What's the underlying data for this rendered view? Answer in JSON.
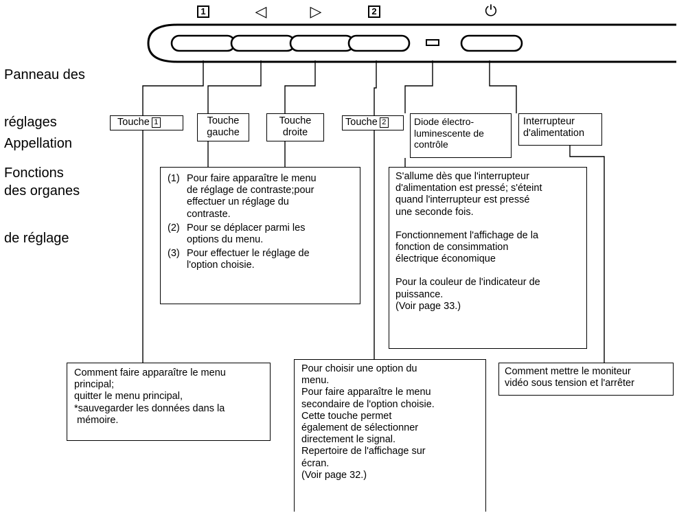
{
  "labels": {
    "panel": [
      "Panneau des",
      "réglages"
    ],
    "names": [
      "Appellation",
      "des organes",
      "de réglage"
    ],
    "functions": "Fonctions"
  },
  "panel_symbols": {
    "button1": "1",
    "left": "◁",
    "right": "▷",
    "button2": "2",
    "power": "⏻"
  },
  "controls": {
    "touche1": {
      "prefix": "Touche",
      "num": "1"
    },
    "gauche": [
      "Touche",
      "gauche"
    ],
    "droite": [
      "Touche",
      "droite"
    ],
    "touche2": {
      "prefix": "Touche",
      "num": "2"
    },
    "diode": [
      "Diode électro-",
      "luminescente de",
      "contrôle"
    ],
    "interrupteur": [
      "Interrupteur",
      "d'alimentation"
    ]
  },
  "functions": {
    "contrast": [
      {
        "num": "(1)",
        "lines": [
          "Pour faire apparaître le menu",
          "de réglage de contraste;pour",
          "effectuer un réglage du",
          "contraste."
        ]
      },
      {
        "num": "(2)",
        "lines": [
          "Pour se déplacer parmi les",
          "options du menu."
        ]
      },
      {
        "num": "(3)",
        "lines": [
          "Pour effectuer le réglage de",
          "l'option choisie."
        ]
      }
    ],
    "diode": [
      [
        "S'allume dès que l'interrupteur",
        "d'alimentation est pressé; s'éteint",
        "quand l'interrupteur est pressé",
        "une seconde fois."
      ],
      [
        "Fonctionnement l'affichage de la",
        "fonction de consimmation",
        "électrique économique"
      ],
      [
        "Pour la couleur de l'indicateur de",
        "puissance.",
        "(Voir page 33.)"
      ]
    ],
    "menu1": [
      "Comment faire apparaître le menu",
      "principal;",
      "quitter le menu principal,",
      "*sauvegarder les données dans la",
      " mémoire."
    ],
    "option": [
      "Pour choisir une option du",
      "menu.",
      "Pour faire apparaître le menu",
      "secondaire de l'option choisie.",
      "Cette touche permet",
      "également de sélectionner",
      "directement le signal.",
      "Repertoire de l'affichage sur",
      "écran.",
      "(Voir page 32.)"
    ],
    "power": [
      "Comment mettre le moniteur",
      "vidéo sous tension et l'arrêter"
    ]
  }
}
